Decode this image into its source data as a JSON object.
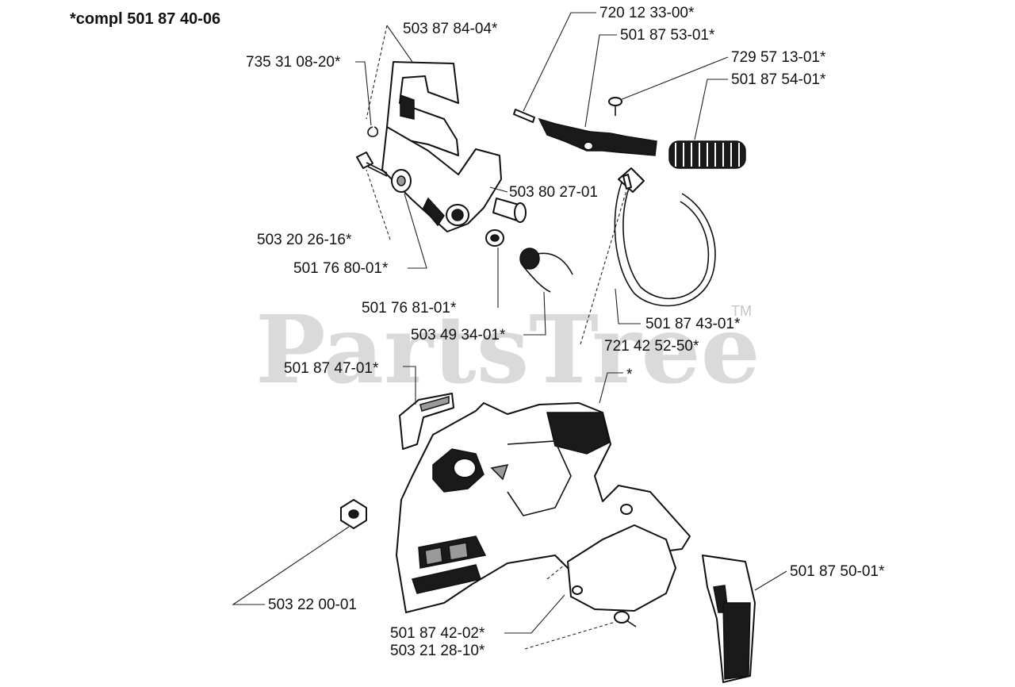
{
  "diagram": {
    "kit_note": "*compl 501 87 40-06",
    "watermark": "PartsTree",
    "watermark_tm": "TM",
    "parts": [
      {
        "id": "p1",
        "number": "503 87 84-04*"
      },
      {
        "id": "p2",
        "number": "735 31 08-20*"
      },
      {
        "id": "p3",
        "number": "720 12 33-00*"
      },
      {
        "id": "p4",
        "number": "501 87 53-01*"
      },
      {
        "id": "p5",
        "number": "729 57 13-01*"
      },
      {
        "id": "p6",
        "number": "501 87 54-01*"
      },
      {
        "id": "p7",
        "number": "503 80 27-01"
      },
      {
        "id": "p8",
        "number": "503 20 26-16*"
      },
      {
        "id": "p9",
        "number": "501 76 80-01*"
      },
      {
        "id": "p10",
        "number": "501 76 81-01*"
      },
      {
        "id": "p11",
        "number": "503 49 34-01*"
      },
      {
        "id": "p12",
        "number": "501 87 43-01*"
      },
      {
        "id": "p13",
        "number": "721 42 52-50*"
      },
      {
        "id": "p14",
        "number": "501 87 47-01*"
      },
      {
        "id": "p15",
        "number": "*"
      },
      {
        "id": "p16",
        "number": "503 22 00-01"
      },
      {
        "id": "p17",
        "number": "501 87 50-01*"
      },
      {
        "id": "p18",
        "number": "501 87 42-02*"
      },
      {
        "id": "p19",
        "number": "503 21 28-10*"
      }
    ]
  }
}
